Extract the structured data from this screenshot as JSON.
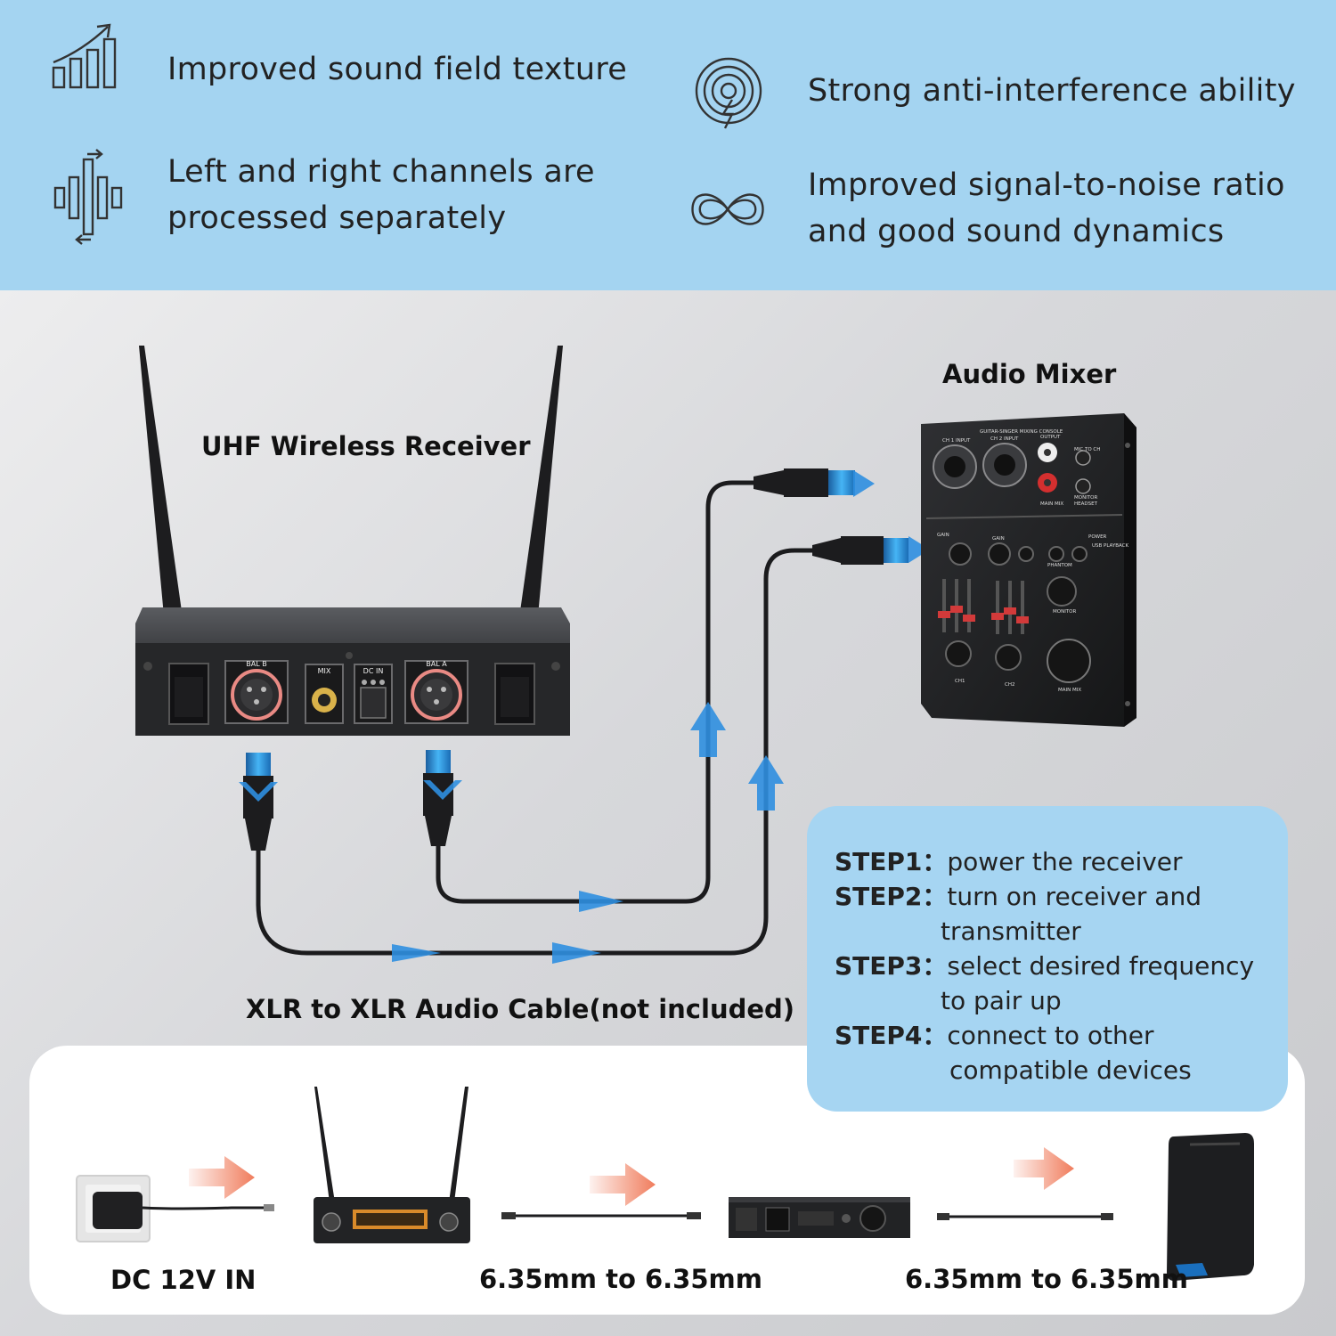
{
  "features": [
    {
      "icon": "bar-chart-arrow-icon",
      "lines": [
        "Improved sound field texture"
      ]
    },
    {
      "icon": "split-channels-icon",
      "lines": [
        "Left and right channels are",
        "processed separately"
      ]
    },
    {
      "icon": "signal-shield-icon",
      "lines": [
        "Strong anti-interference ability"
      ]
    },
    {
      "icon": "infinity-icon",
      "lines": [
        "Improved signal-to-noise ratio",
        "and good sound dynamics"
      ]
    }
  ],
  "diagram": {
    "receiver_label": "UHF Wireless Receiver",
    "mixer_label": "Audio Mixer",
    "cable_label": "XLR to XLR Audio Cable(not included)",
    "receiver_ports": [
      "BAL B",
      "MIX",
      "DC IN",
      "BAL A"
    ],
    "mixer_texts": [
      "GUITAR-SINGER MIXING CONSOLE",
      "CH 1 INPUT",
      "CH 2 INPUT",
      "OUTPUT",
      "MIC TO CH",
      "MONITOR",
      "HEADSET",
      "MAIN MIX",
      "GAIN",
      "GAIN",
      "POWER",
      "USB PLAYBACK",
      "PHANTOM",
      "MONITOR",
      "CH1",
      "CH2",
      "MAIN MIX"
    ]
  },
  "steps": [
    {
      "key": "STEP1：",
      "lines": [
        "power the receiver"
      ]
    },
    {
      "key": "STEP2：",
      "lines": [
        "turn on receiver and",
        "transmitter"
      ]
    },
    {
      "key": "STEP3：",
      "lines": [
        "select desired frequency",
        "to pair up"
      ]
    },
    {
      "key": "STEP4：",
      "lines": [
        "connect to other",
        "compatible devices"
      ]
    }
  ],
  "chain": {
    "labels": [
      "DC 12V IN",
      "6.35mm to 6.35mm",
      "6.35mm to 6.35mm"
    ]
  },
  "colors": {
    "top_band": "#a4d4f1",
    "steps_box": "#a6d5f2",
    "flow_arrow": "#2f8fe0",
    "chain_arrow": "#f07c5c",
    "connector_blue": "#2a8fd8"
  }
}
